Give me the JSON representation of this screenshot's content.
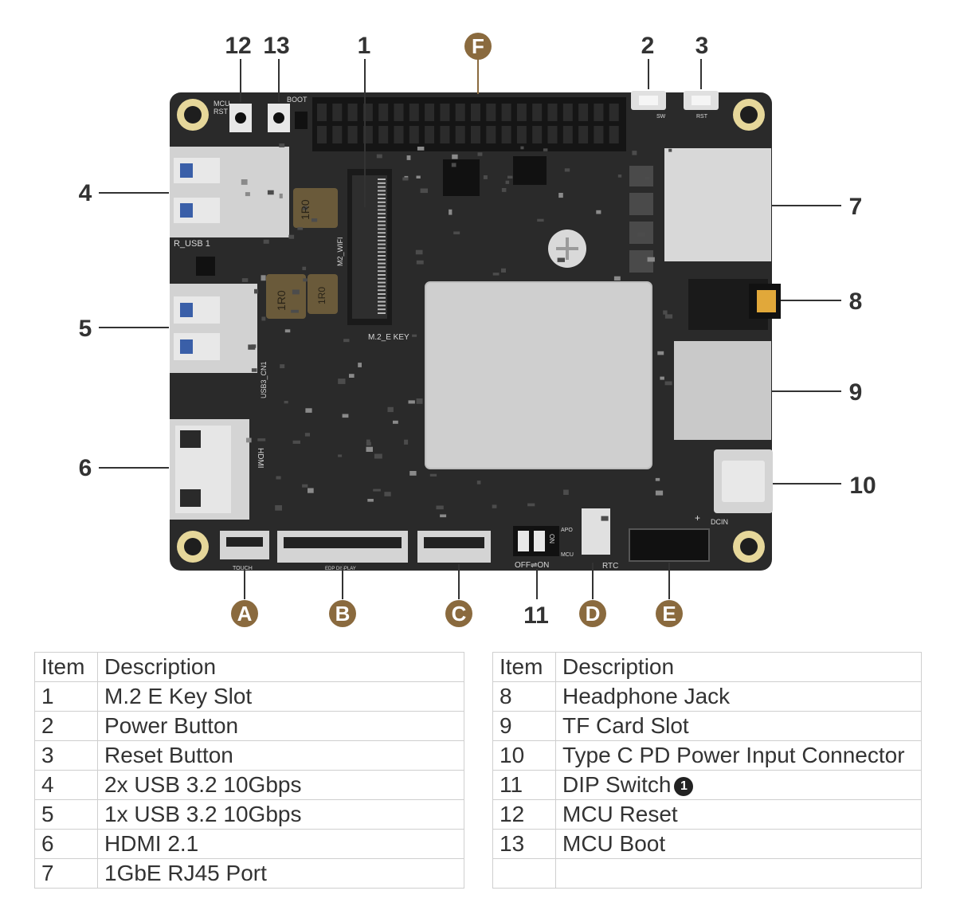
{
  "callouts": {
    "numbers": [
      "1",
      "2",
      "3",
      "4",
      "5",
      "6",
      "7",
      "8",
      "9",
      "10",
      "11",
      "12",
      "13"
    ],
    "letters": [
      "A",
      "B",
      "C",
      "D",
      "E",
      "F"
    ]
  },
  "silkscreen": {
    "mcu_rst_1": "MCU",
    "mcu_rst_2": "RST",
    "boot": "BOOT",
    "sw": "SW",
    "rst": "RST",
    "r_usb": "R_USB 1",
    "usb3_cn": "USB3_CN1",
    "m2_wifi": "M2_WIFI",
    "m2_ekey": "M.2_E KEY",
    "inductor": "1R0",
    "hdmi": "HDMI",
    "touch": "TOUCH",
    "edp": "EDP DISPLAY",
    "apo": "APO",
    "on": "ON",
    "mcu": "MCU",
    "off_on": "OFF⇌ON",
    "rtc": "RTC",
    "dcin": "DCIN",
    "plus": "+"
  },
  "tables": {
    "header": {
      "item": "Item",
      "description": "Description"
    },
    "left_rows": [
      {
        "item": "1",
        "description": "M.2 E Key Slot"
      },
      {
        "item": "2",
        "description": "Power Button"
      },
      {
        "item": "3",
        "description": "Reset Button"
      },
      {
        "item": "4",
        "description": "2x USB 3.2 10Gbps"
      },
      {
        "item": "5",
        "description": "1x USB 3.2 10Gbps"
      },
      {
        "item": "6",
        "description": "HDMI 2.1"
      },
      {
        "item": "7",
        "description": "1GbE RJ45 Port"
      }
    ],
    "right_rows": [
      {
        "item": "8",
        "description": "Headphone Jack"
      },
      {
        "item": "9",
        "description": "TF Card Slot"
      },
      {
        "item": "10",
        "description": "Type C PD Power Input Connector"
      },
      {
        "item": "11",
        "description": "DIP Switch",
        "note_badge": "1"
      },
      {
        "item": "12",
        "description": "MCU Reset"
      },
      {
        "item": "13",
        "description": "MCU Boot"
      },
      {
        "item": "",
        "description": ""
      }
    ]
  },
  "colors": {
    "board": "#2a2a2a",
    "letter_badge": "#8a6a3e",
    "leader_line": "#333333",
    "mount_hole": "#e6d79a",
    "silver": "#d4d4d4"
  }
}
